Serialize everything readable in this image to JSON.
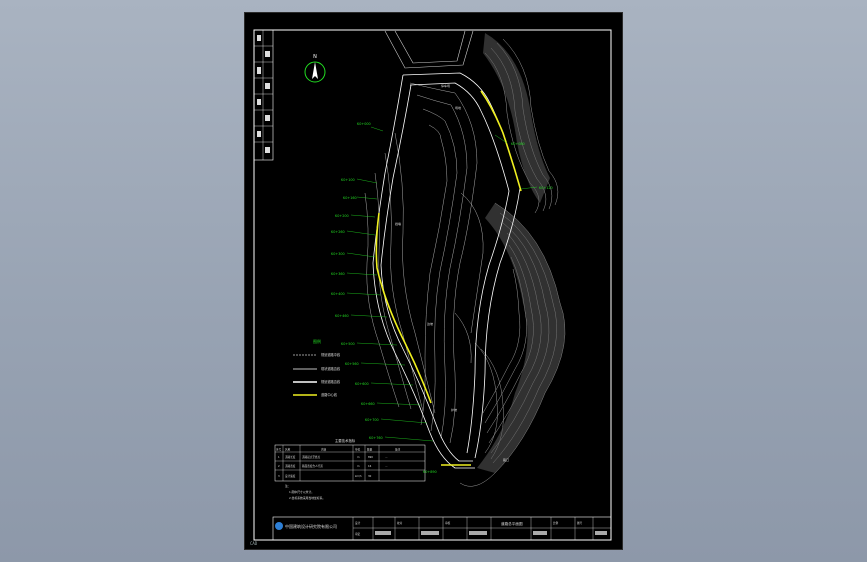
{
  "viewer": {
    "background_colors": [
      "#a9b3c1",
      "#8d98a9"
    ],
    "sheet_color": "#000000"
  },
  "drawing": {
    "corner_mark": "CAD",
    "compass_icon": "north-arrow-icon",
    "legend_title": "图例",
    "company": "中国建筑设计研究院有限公司",
    "drawing_title": "道路总平面图",
    "colors": {
      "frame": "#ffffff",
      "road_centerline": "#f0f020",
      "callouts": "#22dd22",
      "contours": "#9a9a9a",
      "legend_line_1": "#cccccc",
      "legend_line_2": "#ffffff",
      "legend_line_3": "#ffffff",
      "legend_line_4": "#f0f020"
    },
    "legend_items": [
      {
        "label": "规划道路中线"
      },
      {
        "label": "现状道路边线"
      },
      {
        "label": "规划道路边线"
      },
      {
        "label": "道路中心线"
      }
    ],
    "table": {
      "title": "主要技术指标",
      "headers": [
        "序号",
        "名称",
        "内容",
        "单位",
        "数量",
        "备注"
      ],
      "rows": [
        [
          "1",
          "道路长度",
          "道路起点至终点",
          "m",
          "890",
          "..."
        ],
        [
          "2",
          "道路宽度",
          "路面宽度含人行道",
          "m",
          "16",
          "..."
        ],
        [
          "3",
          "设计速度",
          "",
          "km/h",
          "30",
          ""
        ]
      ]
    },
    "notes": [
      "注：",
      "1.图中尺寸以米计。",
      "2.坐标系统采用当地坐标系。"
    ],
    "title_block": [
      "设计",
      "校对",
      "审核",
      "审定",
      "比例",
      "图号"
    ]
  }
}
